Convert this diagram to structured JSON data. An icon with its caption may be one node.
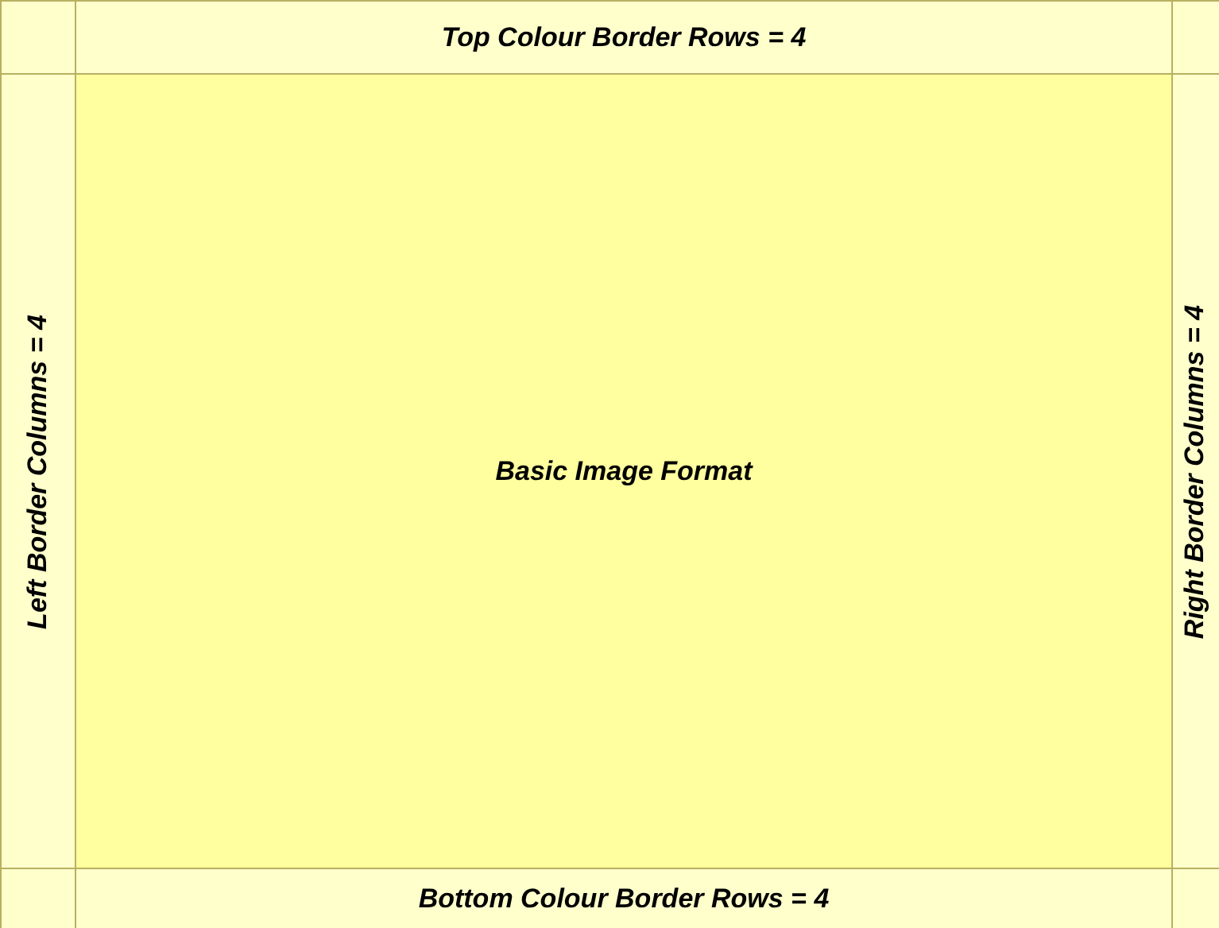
{
  "diagram": {
    "nodes": [
      {
        "text": [],
        "shape": "box"
      },
      {
        "text": [
          "Top Colour Border Rows = 4"
        ]
      },
      {
        "text": [],
        "shape": "box"
      },
      {
        "text": [
          "Left Border Columns = 4"
        ]
      },
      {
        "text": [
          "Basic Image Format"
        ]
      },
      {
        "text": [
          "Right Border Columns = 4"
        ]
      },
      {
        "text": [],
        "shape": "box"
      },
      {
        "text": [
          "Bottom Colour Border Rows = 4"
        ]
      },
      {
        "text": [],
        "shape": "box"
      }
    ]
  }
}
